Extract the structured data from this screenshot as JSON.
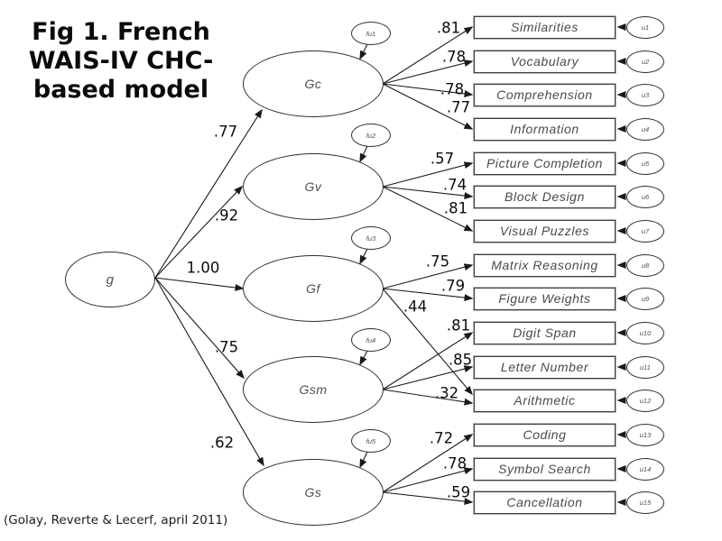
{
  "title_lines": [
    "Fig 1. French",
    "WAIS-IV CHC-",
    "based model"
  ],
  "citation": "(Golay, Reverte & Lecerf, april 2011)",
  "g": {
    "label": "g"
  },
  "factors": [
    {
      "id": "Gc",
      "label": "Gc",
      "g_path": ".77",
      "disturbance": "fu1"
    },
    {
      "id": "Gv",
      "label": "Gv",
      "g_path": ".92",
      "disturbance": "fu2"
    },
    {
      "id": "Gf",
      "label": "Gf",
      "g_path": "1.00",
      "disturbance": "fu3"
    },
    {
      "id": "Gsm",
      "label": "Gsm",
      "g_path": ".75",
      "disturbance": "fu4"
    },
    {
      "id": "Gs",
      "label": "Gs",
      "g_path": ".62",
      "disturbance": "fu5"
    }
  ],
  "indicators": [
    {
      "label": "Similarities",
      "error": "u1",
      "loadings": [
        {
          "from": "Gc",
          "value": ".81"
        }
      ]
    },
    {
      "label": "Vocabulary",
      "error": "u2",
      "loadings": [
        {
          "from": "Gc",
          "value": ".78"
        }
      ]
    },
    {
      "label": "Comprehension",
      "error": "u3",
      "loadings": [
        {
          "from": "Gc",
          "value": ".78"
        }
      ]
    },
    {
      "label": "Information",
      "error": "u4",
      "loadings": [
        {
          "from": "Gc",
          "value": ".77"
        }
      ]
    },
    {
      "label": "Picture Completion",
      "error": "u5",
      "loadings": [
        {
          "from": "Gv",
          "value": ".57"
        }
      ]
    },
    {
      "label": "Block Design",
      "error": "u6",
      "loadings": [
        {
          "from": "Gv",
          "value": ".74"
        }
      ]
    },
    {
      "label": "Visual Puzzles",
      "error": "u7",
      "loadings": [
        {
          "from": "Gv",
          "value": ".81"
        }
      ]
    },
    {
      "label": "Matrix Reasoning",
      "error": "u8",
      "loadings": [
        {
          "from": "Gf",
          "value": ".75"
        }
      ]
    },
    {
      "label": "Figure Weights",
      "error": "u9",
      "loadings": [
        {
          "from": "Gf",
          "value": ".79"
        }
      ]
    },
    {
      "label": "Digit Span",
      "error": "u10",
      "loadings": [
        {
          "from": "Gsm",
          "value": ".81"
        }
      ]
    },
    {
      "label": "Letter Number",
      "error": "u11",
      "loadings": [
        {
          "from": "Gsm",
          "value": ".85"
        }
      ]
    },
    {
      "label": "Arithmetic",
      "error": "u12",
      "loadings": [
        {
          "from": "Gsm",
          "value": ".32"
        },
        {
          "from": "Gf",
          "value": ".44"
        }
      ]
    },
    {
      "label": "Coding",
      "error": "u13",
      "loadings": [
        {
          "from": "Gs",
          "value": ".72"
        }
      ]
    },
    {
      "label": "Symbol Search",
      "error": "u14",
      "loadings": [
        {
          "from": "Gs",
          "value": ".78"
        }
      ]
    },
    {
      "label": "Cancellation",
      "error": "u15",
      "loadings": [
        {
          "from": "Gs",
          "value": ".59"
        }
      ]
    }
  ]
}
